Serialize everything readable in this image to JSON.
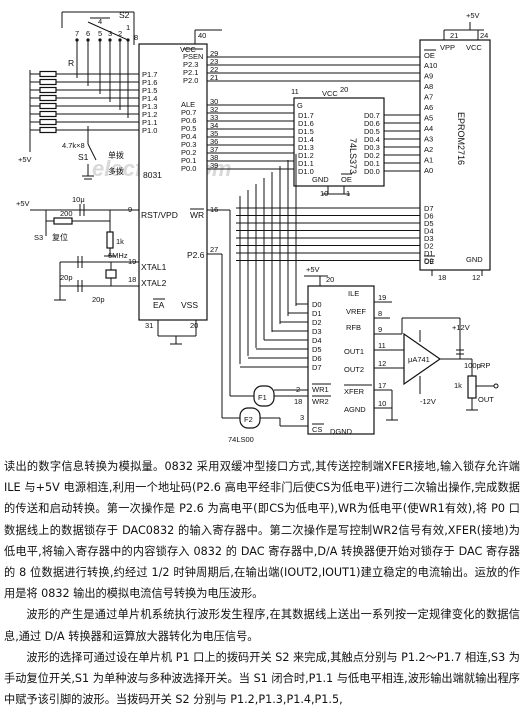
{
  "schematic": {
    "switch_s2": "S2",
    "switch_s2_pins": [
      "4",
      "8",
      "7",
      "6",
      "5",
      "3",
      "2",
      "1"
    ],
    "resistor_r": "R",
    "resistor_pack": "4.7k×8",
    "vcc_left": "+5V",
    "switch_s1": "S1",
    "single_label": "单拨",
    "multi_label": "多拨",
    "watermark": "elecfans.com",
    "mcu_name": "8031",
    "mcu_left_pins": [
      "P1.7",
      "P1.6",
      "P1.5",
      "P1.4",
      "P1.3",
      "P1.2",
      "P1.1",
      "P1.0"
    ],
    "mcu_pin_numbers_top": [
      "40",
      "29",
      "23",
      "22",
      "21"
    ],
    "mcu_right_pins_top": [
      "PSEN",
      "P2.3",
      "P2.1",
      "P2.0"
    ],
    "mcu_right_pins_bus": [
      "ALE",
      "P0.7",
      "P0.6",
      "P0.5",
      "P0.4",
      "P0.3",
      "P0.2",
      "P0.1",
      "P0.0"
    ],
    "mcu_bus_pin_numbers": [
      "30",
      "32",
      "33",
      "34",
      "35",
      "36",
      "37",
      "38",
      "39"
    ],
    "mcu_vcc": "VCC",
    "rst_label": "RST/VPD",
    "rst_pin": "9",
    "wr_label": "WR",
    "wr_pin": "16",
    "p26_label": "P2.6",
    "p26_pin": "27",
    "xtal1": "XTAL1",
    "xtal2": "XTAL2",
    "xtal1_pin": "19",
    "xtal2_pin": "18",
    "ea_label": "EA",
    "vss_label": "VSS",
    "ea_pin": "31",
    "vss_pin": "20",
    "reset_vcc": "+5V",
    "cap_10u": "10μ",
    "res_200": "200",
    "switch_s3": "S3",
    "reset_label": "复位",
    "res_1k": "1k",
    "crystal": "6MHz",
    "cap_20p_a": "20p",
    "cap_20p_b": "20p",
    "latch_name": "74LS373",
    "latch_vcc": "VCC",
    "latch_g": "G",
    "latch_oe": "OE",
    "latch_gnd": "GND",
    "latch_pins_top": [
      "11",
      "20"
    ],
    "latch_pin_bottom": [
      "10",
      "1"
    ],
    "latch_inputs": [
      "D1.7",
      "D1.6",
      "D1.5",
      "D1.4",
      "D1.3",
      "D1.2",
      "D1.1",
      "D1.0"
    ],
    "latch_outputs": [
      "D0.7",
      "D0.6",
      "D0.5",
      "D0.4",
      "D0.3",
      "D0.2",
      "D0.1",
      "D0.0"
    ],
    "eprom_name": "EPROM2716",
    "eprom_vcc_top": "+5V",
    "eprom_pins_top": [
      "21",
      "24"
    ],
    "eprom_vpp": "VPP",
    "eprom_vcc": "VCC",
    "eprom_oe": "OE",
    "eprom_addr": [
      "A10",
      "A9",
      "A8",
      "A7",
      "A6",
      "A5",
      "A4",
      "A3",
      "A2",
      "A1",
      "A0"
    ],
    "eprom_data": [
      "D7",
      "D6",
      "D5",
      "D4",
      "D3",
      "D2",
      "D1",
      "D0"
    ],
    "eprom_ce": "CE",
    "eprom_gnd": "GND",
    "eprom_pins_bottom": [
      "18",
      "12"
    ],
    "dac_vcc": "+5V",
    "dac_pins": [
      "20",
      "19",
      "8",
      "9",
      "11",
      "12",
      "17",
      "10",
      "3"
    ],
    "dac_inputs": [
      "D0",
      "D1",
      "D2",
      "D3",
      "D4",
      "D5",
      "D6",
      "D7"
    ],
    "dac_right_labels": [
      "ILE",
      "VREF",
      "RFB",
      "OUT1",
      "OUT2",
      "XFER",
      "AGND"
    ],
    "dac_wr1": "WR1",
    "dac_wr2": "WR2",
    "dac_cs": "CS",
    "dac_dgnd": "DGND",
    "dac_wr_pins": [
      "2",
      "18"
    ],
    "gate_f1": "F1",
    "gate_f2": "F2",
    "gate_chip": "74LS00",
    "opamp": "μA741",
    "vref_supply": "-12V",
    "cap_100p": "100p",
    "pot_rp": "RP",
    "pot_1k": "1k",
    "output": "OUT",
    "opamp_vcc": "+12V"
  },
  "text": {
    "p1": "读出的数字信息转换为模拟量。0832 采用双缓冲型接口方式,其传送控制端XFER接地,输入锁存允许端 ILE 与+5V 电源相连,利用一个地址码(P2.6 高电平经非门后使CS为低电平)进行二次输出操作,完成数据的传送和启动转换。第一次操作是 P2.6 为高电平(即CS为低电平),WR为低电平(使WR1有效),将 P0 口数据线上的数据锁存于 DAC0832 的输入寄存器中。第二次操作是写控制WR2信号有效,XFER(接地)为低电平,将输入寄存器中的内容锁存入 0832 的 DAC 寄存器中,D/A 转换器便开始对锁存于 DAC 寄存器的 8 位数据进行转换,约经过 1/2 时钟周期后,在输出端(IOUT2,IOUT1)建立稳定的电流输出。运放的作用是将 0832 输出的模拟电流信号转换为电压波形。",
    "p2": "波形的产生是通过单片机系统执行波形发生程序,在其数据线上送出一系列按一定规律变化的数据信息,通过 D/A 转换器和运算放大器转化为电压信号。",
    "p3": "波形的选择可通过设在单片机 P1 口上的拨码开关 S2 来完成,其触点分别与 P1.2～P1.7 相连,S3 为手动复位开关,S1 为单种波与多种波选择开关。当 S1 闭合时,P1.1 与低电平相连,波形输出端就输出程序中赋予该引脚的波形。当拨码开关 S2 分别与 P1.2,P1.3,P1.4,P1.5,"
  }
}
